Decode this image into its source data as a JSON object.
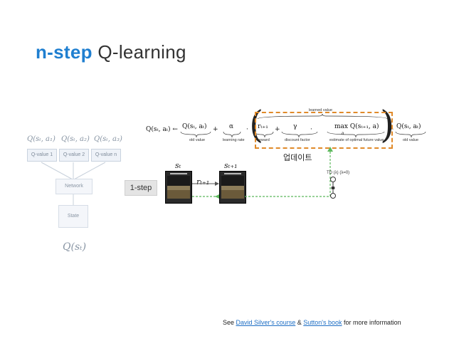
{
  "title": {
    "highlight": "n-step",
    "rest": " Q-learning"
  },
  "network": {
    "q_labels": [
      "Q(sₜ, a₁)",
      "Q(sₜ, a₂)",
      "Q(sₜ, a₃)"
    ],
    "boxes": [
      "Q-value 1",
      "Q-value 2",
      "Q-value n"
    ],
    "network_label": "Network",
    "state_label": "State",
    "q_state": "Q(sₜ)"
  },
  "step_label": "1-step",
  "frames": {
    "s_t": "sₜ",
    "s_t1": "sₜ₊₁",
    "r_t1": "rₜ₊₁"
  },
  "equation": {
    "lhs": "Q(sₜ, aₜ) ←",
    "old1": "Q(sₜ, aₜ)",
    "plus": "+",
    "alpha": "α",
    "times": "·",
    "reward": "rₜ₊₁",
    "gamma": "γ",
    "maxq": "max Q(sₜ₊₁, a)",
    "a_sub": "a",
    "minus": "−",
    "old2": "Q(sₜ, aₜ)",
    "brace_old1": "old value",
    "brace_lr": "learning rate",
    "brace_reward": "reward",
    "brace_discount": "discount factor",
    "brace_estimate": "estimate of optimal future value",
    "brace_old2": "old value",
    "learned": "learned value"
  },
  "update_label": "업데이트",
  "td_label": "TD (λ) (λ=0)",
  "footer": {
    "prefix": "See ",
    "link1": "David Silver's course",
    "amp": " & ",
    "link2": "Sutton's book",
    "suffix": " for more information"
  },
  "colors": {
    "accent": "#1f7fd0",
    "dash_orange": "#e08a2a",
    "dash_green": "#5cb85c"
  }
}
